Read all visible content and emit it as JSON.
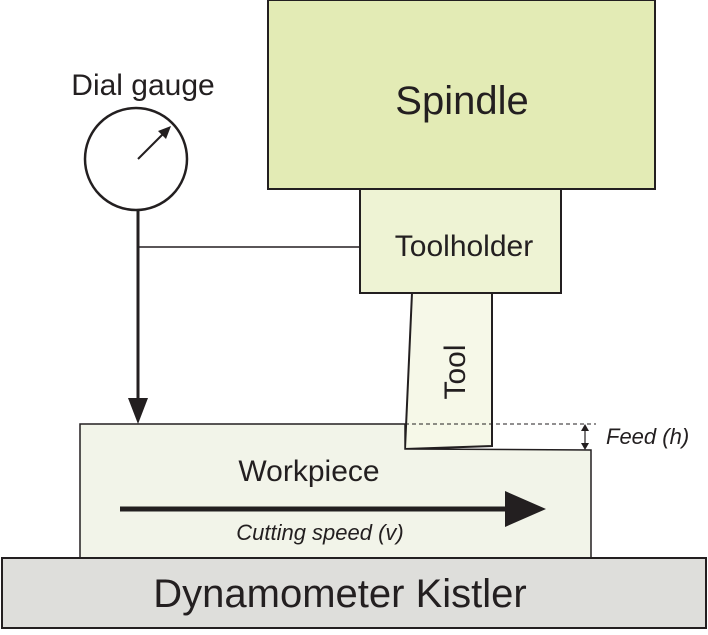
{
  "labels": {
    "spindle": "Spindle",
    "toolholder": "Toolholder",
    "tool": "Tool",
    "dial_gauge": "Dial gauge",
    "workpiece": "Workpiece",
    "cutting_speed": "Cutting speed (v)",
    "feed": "Feed (h)",
    "dynamometer": "Dynamometer Kistler"
  },
  "colors": {
    "spindle_fill": "#e3ebb5",
    "toolholder_fill": "#eef3d4",
    "tool_fill": "#f6f8e8",
    "workpiece_fill": "#f2f4e9",
    "dynamometer_fill": "#dededb",
    "stroke": "#231f20"
  }
}
